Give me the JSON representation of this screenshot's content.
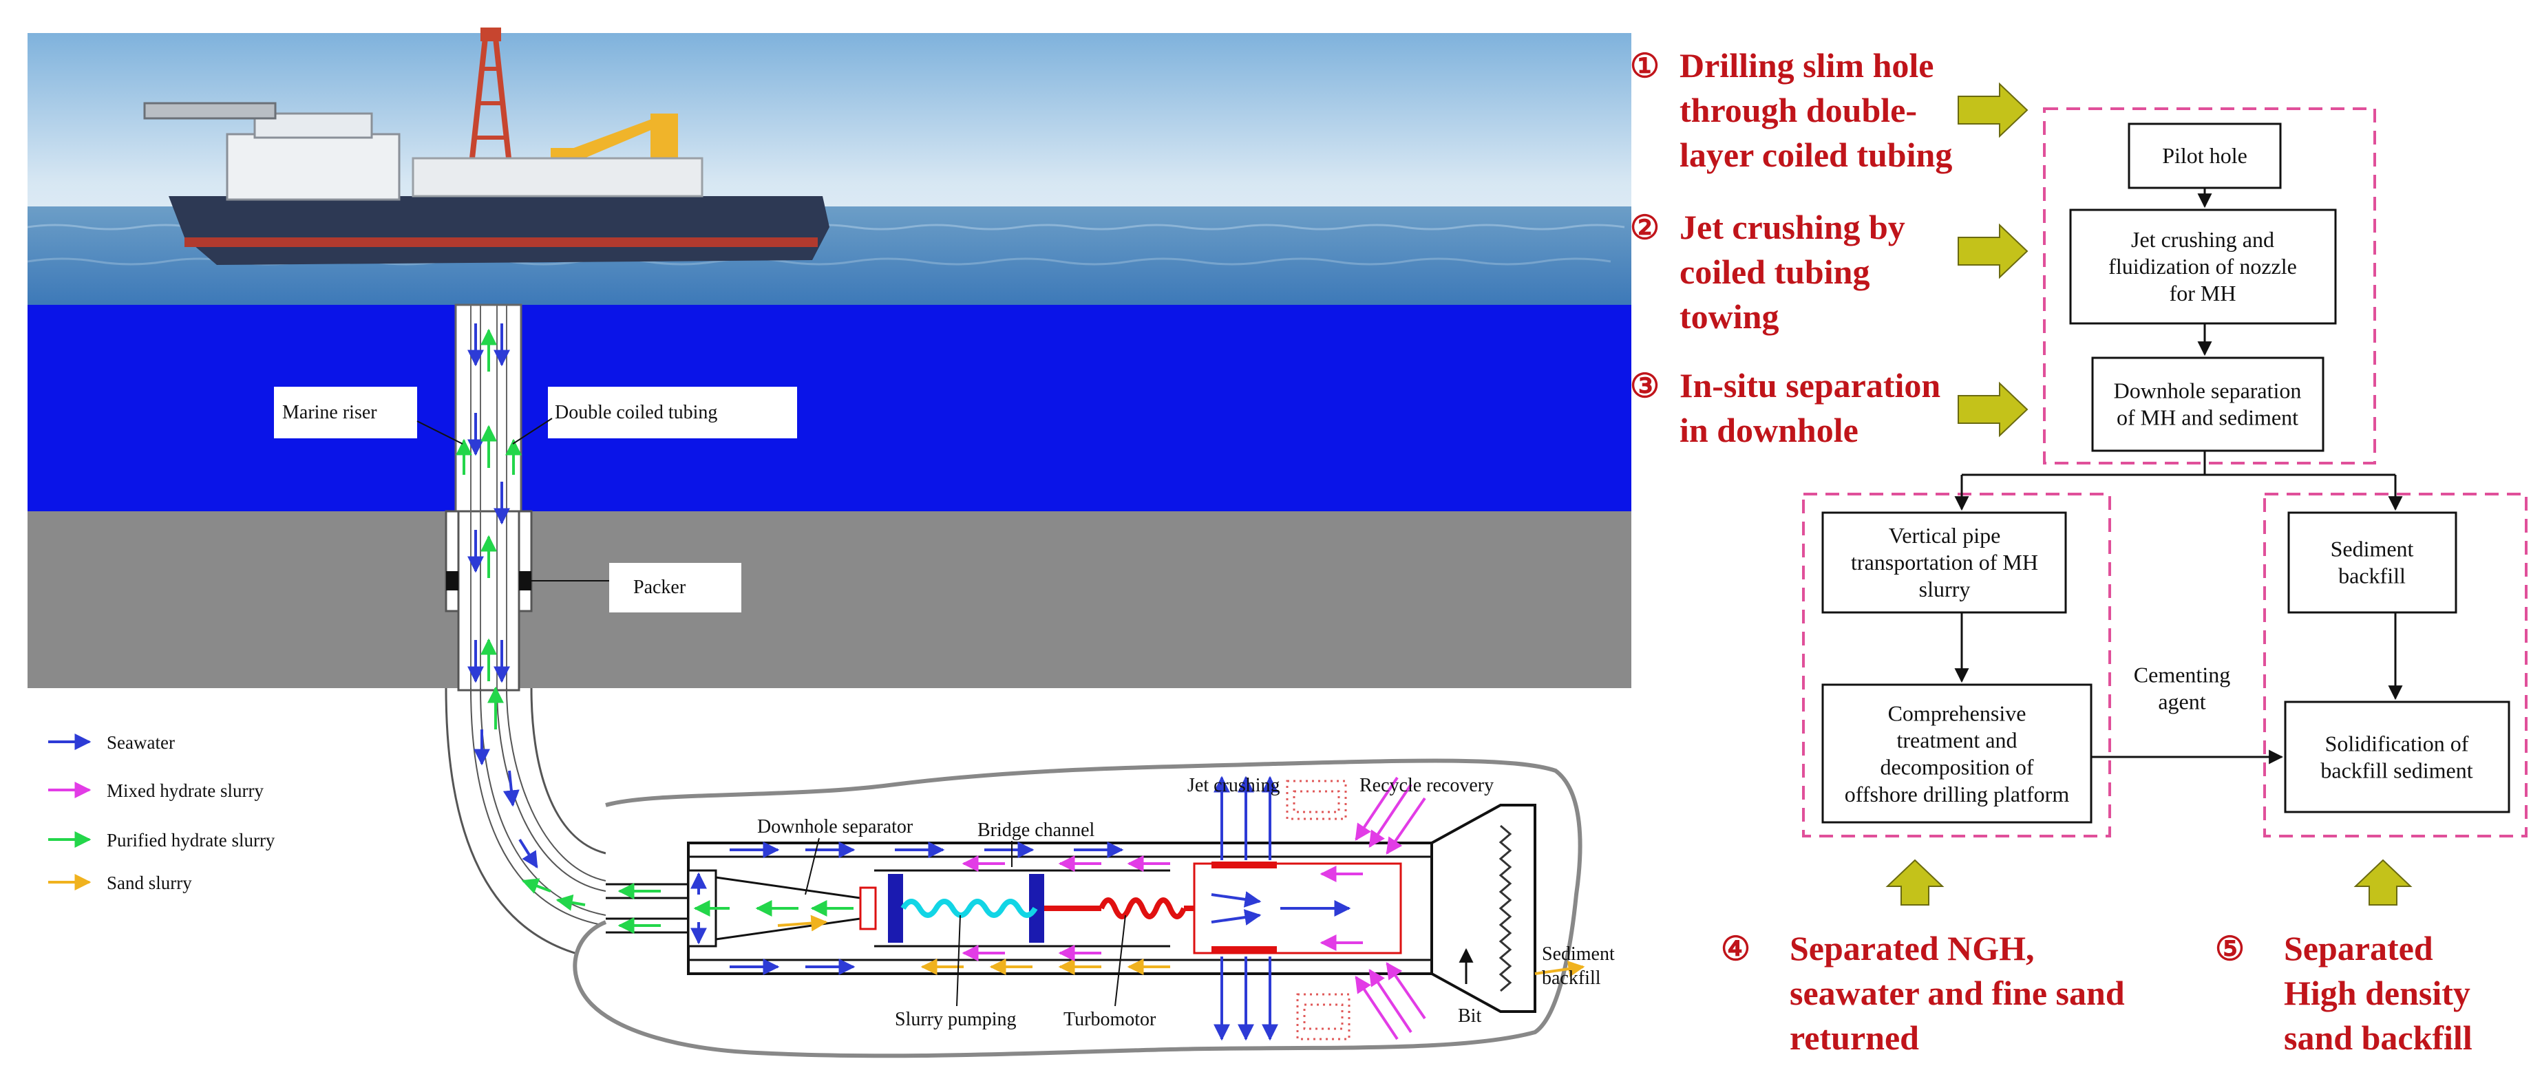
{
  "scene_labels": {
    "marine_riser": "Marine riser",
    "double_coiled_tubing": "Double coiled tubing",
    "packer": "Packer",
    "downhole_separator": "Downhole separator",
    "bridge_channel": "Bridge channel",
    "jet_crushing": "Jet crushing",
    "recycle_recovery": "Recycle recovery",
    "slurry_pumping": "Slurry pumping",
    "turbomotor": "Turbomotor",
    "bit": "Bit",
    "sediment_backfill_1": "Sediment",
    "sediment_backfill_2": "backfill"
  },
  "legend": [
    {
      "label": "Seawater",
      "color": "#2d3bd6"
    },
    {
      "label": "Mixed hydrate slurry",
      "color": "#e23ce6"
    },
    {
      "label": "Purified hydrate slurry",
      "color": "#23d64a"
    },
    {
      "label": "Sand slurry",
      "color": "#f0b21e"
    }
  ],
  "steps": [
    {
      "num": "①",
      "lines": [
        "Drilling slim hole",
        "through double-",
        "layer coiled tubing"
      ]
    },
    {
      "num": "②",
      "lines": [
        "Jet crushing by",
        "coiled tubing",
        "towing"
      ]
    },
    {
      "num": "③",
      "lines": [
        "In-situ separation",
        "in downhole"
      ]
    },
    {
      "num": "④",
      "lines": [
        "Separated NGH,",
        "seawater and fine sand",
        "returned"
      ]
    },
    {
      "num": "⑤",
      "lines": [
        "Separated",
        "High density",
        "sand backfill"
      ]
    }
  ],
  "flow_boxes": {
    "pilot_hole": [
      "Pilot hole"
    ],
    "jet_crushing": [
      "Jet crushing and",
      "fluidization of nozzle",
      "for MH"
    ],
    "downhole_separation": [
      "Downhole separation",
      "of MH and sediment"
    ],
    "vertical_pipe": [
      "Vertical pipe",
      "transportation of MH",
      "slurry"
    ],
    "comprehensive": [
      "Comprehensive",
      "treatment and",
      "decomposition of",
      "offshore drilling platform"
    ],
    "sediment_backfill": [
      "Sediment",
      "backfill"
    ],
    "solidification": [
      "Solidification of",
      "backfill sediment"
    ],
    "cementing_agent": [
      "Cementing",
      "agent"
    ]
  },
  "colors": {
    "step_text": "#c0141a",
    "dash_border": "#e0509a",
    "arrow_fill": "#c4c21a",
    "sea": "#0a14e8",
    "seabed": "#8a8a8a",
    "sky": "#cfe2f2"
  }
}
